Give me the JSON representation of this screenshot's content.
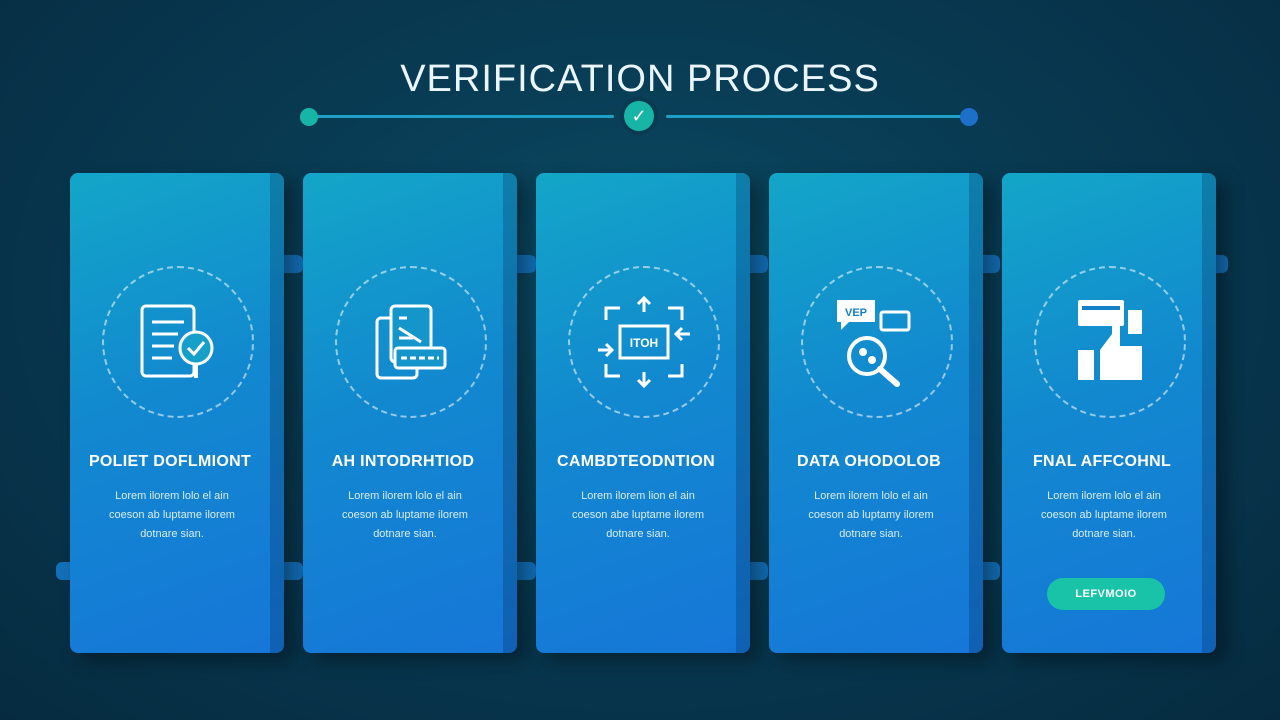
{
  "header": {
    "title": "VERIFICATION PROCESS",
    "check_glyph": "✓",
    "colors": {
      "left_dot": "#17b5a6",
      "right_dot": "#1d6fc9",
      "check": "#17b5a6"
    }
  },
  "cards": [
    {
      "title": "POLIET DOFLMIONT",
      "desc": [
        "Lorem ilorem lolo el ain",
        "coeson ab luptame ilorem",
        "dotnare sian."
      ],
      "icon": "document-check-icon"
    },
    {
      "title": "AH INTODRHTIOD",
      "desc": [
        "Lorem ilorem lolo el ain",
        "coeson ab luptame ilorem",
        "dotnare sian."
      ],
      "icon": "files-icon"
    },
    {
      "title": "CAMBDTEODNTION",
      "desc": [
        "Lorem ilorem lion el ain",
        "coeson abe luptame ilorem",
        "dotnare sian."
      ],
      "icon": "scan-frame-icon",
      "icon_text": "ITOH"
    },
    {
      "title": "DATA OHODOLOB",
      "desc": [
        "Lorem ilorem lolo el ain",
        "coeson ab luptamy ilorem",
        "dotnare sian."
      ],
      "icon": "data-search-icon",
      "icon_text": "VEP"
    },
    {
      "title": "FNAL AFFCOHNL",
      "desc": [
        "Lorem ilorem lolo el ain",
        "coeson ab luptame ilorem",
        "dotnare sian."
      ],
      "icon": "approval-thumbs-up-icon",
      "button": "LEFVMOIO"
    }
  ]
}
